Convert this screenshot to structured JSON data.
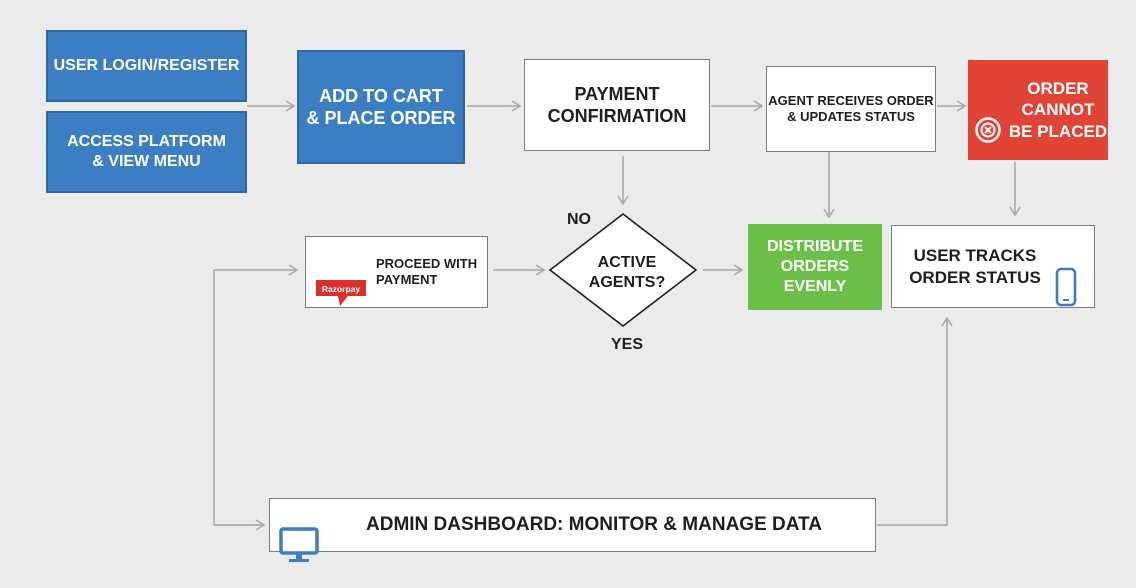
{
  "nodes": {
    "login": "USER LOGIN/REGISTER",
    "access": "ACCESS PLATFORM\n& VIEW MENU",
    "cart": "ADD TO CART\n& PLACE ORDER",
    "payment_confirm": "PAYMENT\nCONFIRMATION",
    "agent": "AGENT RECEIVES ORDER\n& UPDATES STATUS",
    "cannot": "ORDER\nCANNOT\nBE PLACED",
    "proceed": "PROCEED WITH\nPAYMENT",
    "proceed_logo": "Razorpay",
    "decision": "ACTIVE\nAGENTS?",
    "distribute": "DISTRIBUTE\nORDERS EVENLY",
    "tracks": "USER TRACKS\nORDER STATUS",
    "admin": "ADMIN DASHBOARD: MONITOR & MANAGE DATA"
  },
  "labels": {
    "no": "NO",
    "yes": "YES"
  },
  "colors": {
    "blue": "#3c7ec4",
    "red": "#e04436",
    "green": "#6cc04a",
    "arrow": "#a8a8a8",
    "background": "#ebebeb"
  },
  "icons": {
    "cannot": "cancel-circle-icon",
    "tracks": "mobile-phone-icon",
    "admin": "monitor-icon",
    "proceed": "payment-logo-icon"
  }
}
